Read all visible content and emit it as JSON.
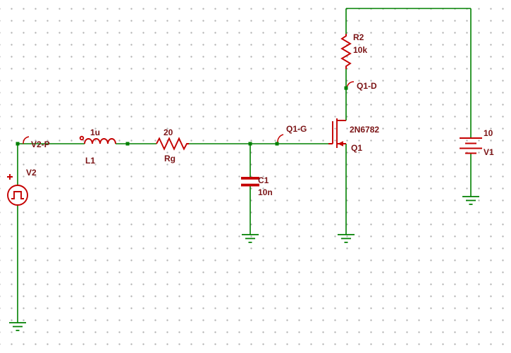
{
  "colors": {
    "background": "#ffffff",
    "grid-dot": "#b5b5b5",
    "wire": "#008000",
    "component": "#c40000",
    "text": "#7b1416"
  },
  "schematic": {
    "v2": {
      "name": "V2",
      "node": "V2-P"
    },
    "l1": {
      "name": "L1",
      "value": "1u"
    },
    "rg": {
      "name": "Rg",
      "value": "20"
    },
    "c1": {
      "name": "C1",
      "value": "10n"
    },
    "q1": {
      "name": "Q1",
      "model": "2N6782",
      "gate_node": "Q1-G",
      "drain_node": "Q1-D"
    },
    "r2": {
      "name": "R2",
      "value": "10k"
    },
    "v1": {
      "name": "V1",
      "value": "10"
    }
  }
}
